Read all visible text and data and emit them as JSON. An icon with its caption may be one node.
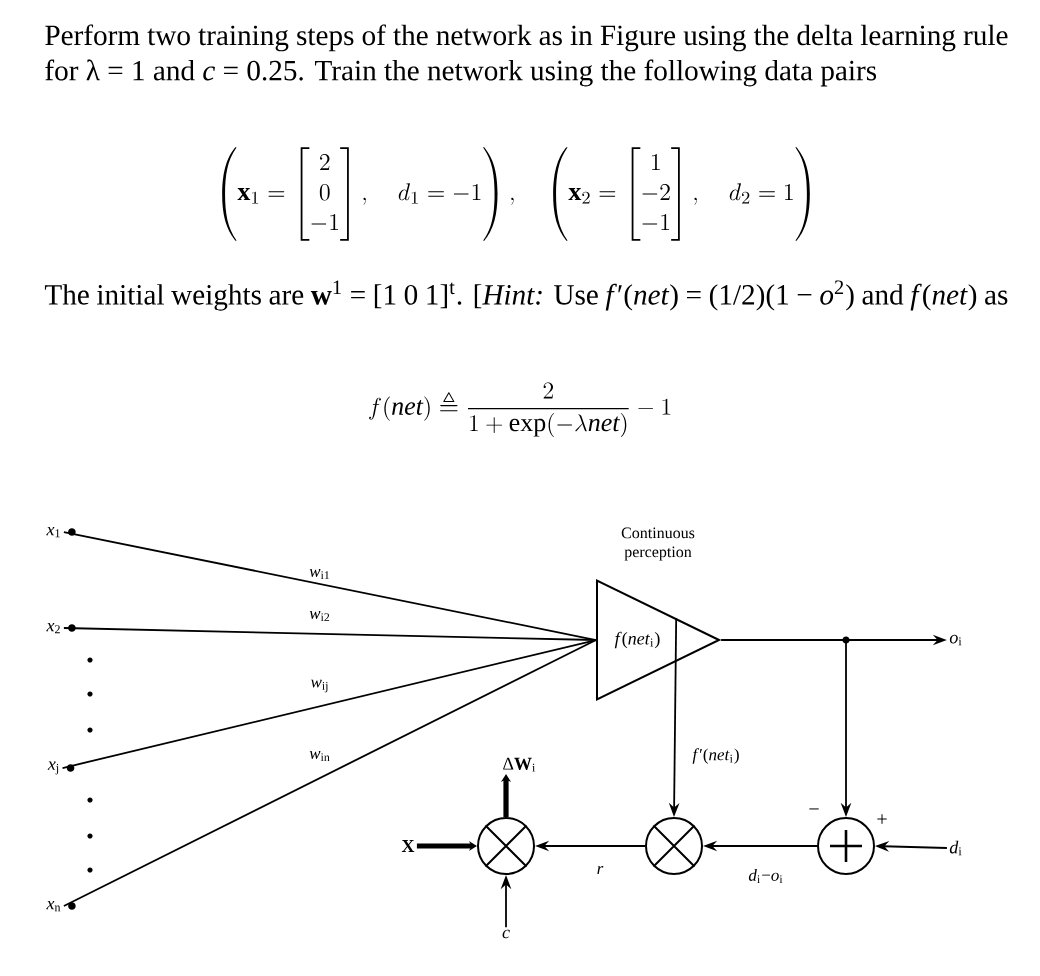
{
  "diagram": {
    "nodes": [
      {
        "text": [
          "*x*$_{1}$"
        ]
      },
      {
        "text": [
          "*x*$_{2}$"
        ]
      },
      {
        "text": [
          "*x*$_{j}$"
        ]
      },
      {
        "text": [
          "*x*$_{n}$"
        ]
      },
      {
        "text": [
          "*f*(*net*$_{i}$)"
        ],
        "beside": [
          "Continuous perception"
        ]
      },
      {
        "text": [
          "*o*$_{i}$"
        ]
      },
      {
        "text": [],
        "shape": "circle"
      },
      {
        "text": [
          "*d*$_{i}$"
        ]
      },
      {
        "text": [],
        "shape": "circle"
      },
      {
        "text": [],
        "shape": "circle"
      },
      {
        "text": [
          "X"
        ]
      },
      {
        "text": [
          "c"
        ]
      },
      {
        "text": [
          "Δ**W**$_{i}$"
        ]
      }
    ],
    "edges": [
      {
        "from": 0,
        "to": 4,
        "arrow": "none",
        "label": "*w*$_{i1}$"
      },
      {
        "from": 1,
        "to": 4,
        "arrow": "none",
        "label": "*w*$_{i2}$"
      },
      {
        "from": 2,
        "to": 4,
        "arrow": "none",
        "label": "*w*$_{ij}$"
      },
      {
        "from": 3,
        "to": 4,
        "arrow": "none",
        "label": "*w*$_{in}$"
      },
      {
        "from": 4,
        "to": 5,
        "arrow": "to"
      },
      {
        "from": 4,
        "to": 9,
        "arrow": "to"
      },
      {
        "from": 7,
        "to": 9,
        "arrow": "to"
      },
      {
        "from": 9,
        "to": 8,
        "arrow": "to",
        "label": "*d*$_{i}$−*o*$_{i}$"
      },
      {
        "from": 4,
        "to": 8,
        "arrow": "to",
        "label": "*f*′(*net*$_{i}$)"
      },
      {
        "from": 8,
        "to": 6,
        "arrow": "to",
        "label": "*r*"
      },
      {
        "from": 10,
        "to": 6,
        "arrow": "to",
        "style": "thick"
      },
      {
        "from": 11,
        "to": 6,
        "arrow": "to"
      },
      {
        "from": 6,
        "to": 12,
        "arrow": "to",
        "style": "thick"
      }
    ],
    "labels": [
      "Perform two training steps of the network as in Figure using the delta learning rule for λ = 1 and *c* = 0.25. Train the network using the following data pairs",
      "\\left(\\mathbf{x}_1=\\begin{bmatrix}2\\\\0\\\\-1\\end{bmatrix},\\quad d_1=-1\\right),\\quad\\left(\\mathbf{x}_2=\\begin{bmatrix}1\\\\-2\\\\-1\\end{bmatrix},\\quad d_2=1\\right)",
      "The initial weights are **w**$^{1}$ = [1 0 1]$^{t}$. [*Hint:* Use *f*′(*net*) = (1/2)(1 − *o*$^{2}$) and *f*(*net*) as",
      "f(\\mathit{net})\\triangleq\\frac{2}{1+\\exp(-\\lambda\\mathit{net})}-1",
      "−",
      "+"
    ]
  }
}
